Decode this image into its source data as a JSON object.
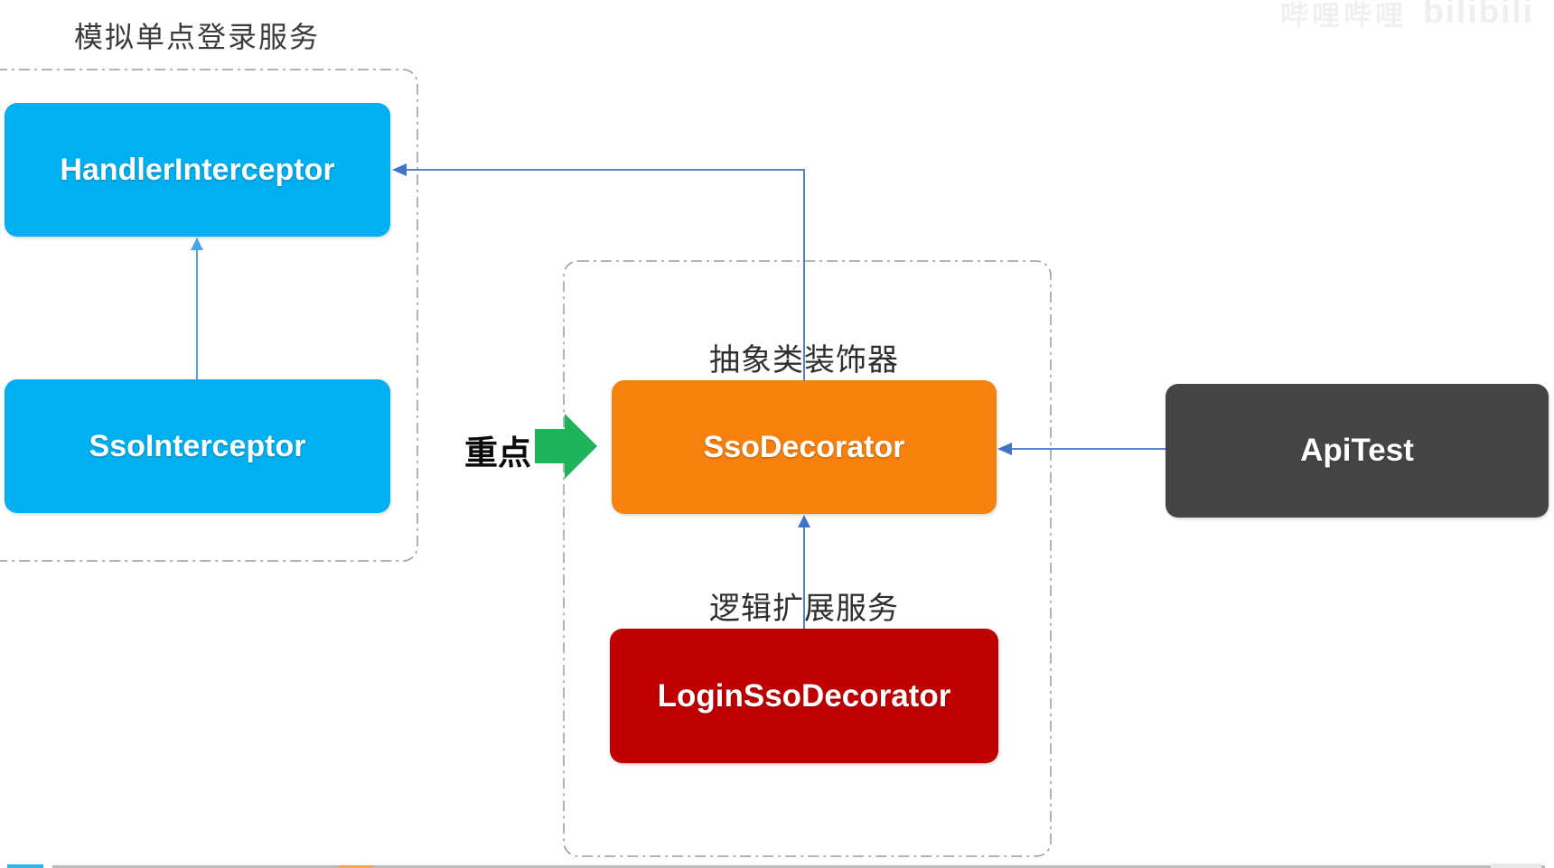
{
  "diagram": {
    "groups": {
      "sso_service": {
        "title": "模拟单点登录服务"
      },
      "decorator_group": {
        "title": ""
      }
    },
    "nodes": {
      "handler_interceptor": {
        "label": "HandlerInterceptor"
      },
      "sso_interceptor": {
        "label": "SsoInterceptor"
      },
      "sso_decorator": {
        "label": "SsoDecorator",
        "caption": "抽象类装饰器"
      },
      "login_sso_decorator": {
        "label": "LoginSsoDecorator",
        "caption": "逻辑扩展服务"
      },
      "api_test": {
        "label": "ApiTest"
      }
    },
    "annotations": {
      "emphasis": "重点"
    },
    "edges": [
      {
        "from": "SsoInterceptor",
        "to": "HandlerInterceptor",
        "type": "arrow-up"
      },
      {
        "from": "SsoDecorator",
        "to": "HandlerInterceptor",
        "type": "elbow-arrow"
      },
      {
        "from": "LoginSsoDecorator",
        "to": "SsoDecorator",
        "type": "arrow-up"
      },
      {
        "from": "ApiTest",
        "to": "SsoDecorator",
        "type": "arrow-left"
      }
    ]
  },
  "watermark": {
    "text": "哔哩哔哩",
    "logo": "bilibili"
  },
  "colors": {
    "cyan": "#00B0F0",
    "orange": "#F7810D",
    "red": "#C00000",
    "dark": "#454545",
    "green": "#1CB35B",
    "connector": "#4472C4",
    "connector_light": "#45A7E3",
    "border_gray": "#9A9A9A"
  }
}
